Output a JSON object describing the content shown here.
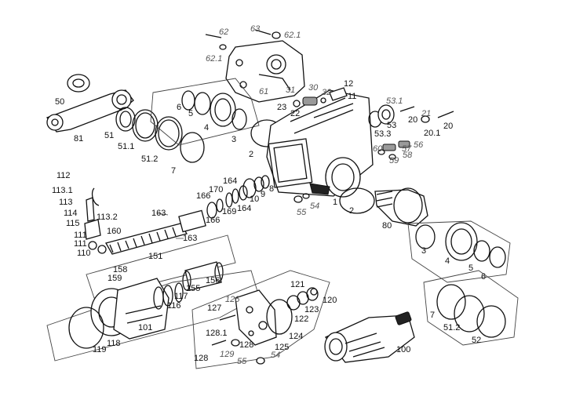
{
  "labels": [
    {
      "id": "l62",
      "text": "62",
      "italic": true
    },
    {
      "id": "l63",
      "text": "63",
      "italic": true
    },
    {
      "id": "l621a",
      "text": "62.1",
      "italic": true
    },
    {
      "id": "l621b",
      "text": "62.1",
      "italic": true
    },
    {
      "id": "l61",
      "text": "61",
      "italic": true
    },
    {
      "id": "l50",
      "text": "50"
    },
    {
      "id": "l6a",
      "text": "6"
    },
    {
      "id": "l5a",
      "text": "5"
    },
    {
      "id": "l4a",
      "text": "4"
    },
    {
      "id": "l3a",
      "text": "3"
    },
    {
      "id": "l81",
      "text": "81"
    },
    {
      "id": "l51a",
      "text": "51"
    },
    {
      "id": "l511",
      "text": "51.1"
    },
    {
      "id": "l512a",
      "text": "51.2"
    },
    {
      "id": "l7a",
      "text": "7"
    },
    {
      "id": "l2a",
      "text": "2"
    },
    {
      "id": "l12",
      "text": "12"
    },
    {
      "id": "l11",
      "text": "11"
    },
    {
      "id": "l30",
      "text": "30",
      "italic": true
    },
    {
      "id": "l31",
      "text": "31",
      "italic": true
    },
    {
      "id": "l32",
      "text": "32",
      "italic": true
    },
    {
      "id": "l23",
      "text": "23"
    },
    {
      "id": "l22",
      "text": "22"
    },
    {
      "id": "l531",
      "text": "53.1",
      "italic": true
    },
    {
      "id": "l53",
      "text": "53"
    },
    {
      "id": "l533",
      "text": "53.3"
    },
    {
      "id": "l21",
      "text": "21",
      "italic": true
    },
    {
      "id": "l20a",
      "text": "20"
    },
    {
      "id": "l20b",
      "text": "20"
    },
    {
      "id": "l201",
      "text": "20.1"
    },
    {
      "id": "l60",
      "text": "60",
      "italic": true
    },
    {
      "id": "l57",
      "text": "57",
      "italic": true
    },
    {
      "id": "l56",
      "text": "56",
      "italic": true
    },
    {
      "id": "l58",
      "text": "58",
      "italic": true
    },
    {
      "id": "l59",
      "text": "59",
      "italic": true
    },
    {
      "id": "l112",
      "text": "112"
    },
    {
      "id": "l1131",
      "text": "113.1"
    },
    {
      "id": "l113",
      "text": "113"
    },
    {
      "id": "l114",
      "text": "114"
    },
    {
      "id": "l115",
      "text": "115"
    },
    {
      "id": "l1132",
      "text": "113.2"
    },
    {
      "id": "l160",
      "text": "160"
    },
    {
      "id": "l111a",
      "text": "111"
    },
    {
      "id": "l111b",
      "text": "111"
    },
    {
      "id": "l110",
      "text": "110"
    },
    {
      "id": "l158",
      "text": "158"
    },
    {
      "id": "l159",
      "text": "159"
    },
    {
      "id": "l151",
      "text": "151"
    },
    {
      "id": "l163a",
      "text": "163"
    },
    {
      "id": "l163b",
      "text": "163"
    },
    {
      "id": "l164a",
      "text": "164"
    },
    {
      "id": "l164b",
      "text": "164"
    },
    {
      "id": "l170",
      "text": "170"
    },
    {
      "id": "l166a",
      "text": "166"
    },
    {
      "id": "l166b",
      "text": "166"
    },
    {
      "id": "l169",
      "text": "169"
    },
    {
      "id": "l10",
      "text": "10"
    },
    {
      "id": "l9",
      "text": "9"
    },
    {
      "id": "l8",
      "text": "8"
    },
    {
      "id": "l55a",
      "text": "55",
      "italic": true
    },
    {
      "id": "l54a",
      "text": "54",
      "italic": true
    },
    {
      "id": "l1",
      "text": "1"
    },
    {
      "id": "l2b",
      "text": "2"
    },
    {
      "id": "l80",
      "text": "80"
    },
    {
      "id": "l3b",
      "text": "3"
    },
    {
      "id": "l4b",
      "text": "4"
    },
    {
      "id": "l5b",
      "text": "5"
    },
    {
      "id": "l6b",
      "text": "6"
    },
    {
      "id": "l156",
      "text": "156"
    },
    {
      "id": "l155",
      "text": "155"
    },
    {
      "id": "l117",
      "text": "117"
    },
    {
      "id": "l116",
      "text": "116"
    },
    {
      "id": "l101",
      "text": "101"
    },
    {
      "id": "l118",
      "text": "118"
    },
    {
      "id": "l119",
      "text": "119"
    },
    {
      "id": "l126",
      "text": "126",
      "italic": true
    },
    {
      "id": "l127",
      "text": "127"
    },
    {
      "id": "l1281",
      "text": "128.1"
    },
    {
      "id": "l128a",
      "text": "128"
    },
    {
      "id": "l129",
      "text": "129",
      "italic": true
    },
    {
      "id": "l128b",
      "text": "128"
    },
    {
      "id": "l55b",
      "text": "55",
      "italic": true
    },
    {
      "id": "l54b",
      "text": "54",
      "italic": true
    },
    {
      "id": "l125",
      "text": "125"
    },
    {
      "id": "l124",
      "text": "124"
    },
    {
      "id": "l122",
      "text": "122"
    },
    {
      "id": "l123",
      "text": "123"
    },
    {
      "id": "l121",
      "text": "121"
    },
    {
      "id": "l120",
      "text": "120"
    },
    {
      "id": "l100",
      "text": "100"
    },
    {
      "id": "l7b",
      "text": "7"
    },
    {
      "id": "l512b",
      "text": "51.2"
    },
    {
      "id": "l52",
      "text": "52"
    }
  ]
}
